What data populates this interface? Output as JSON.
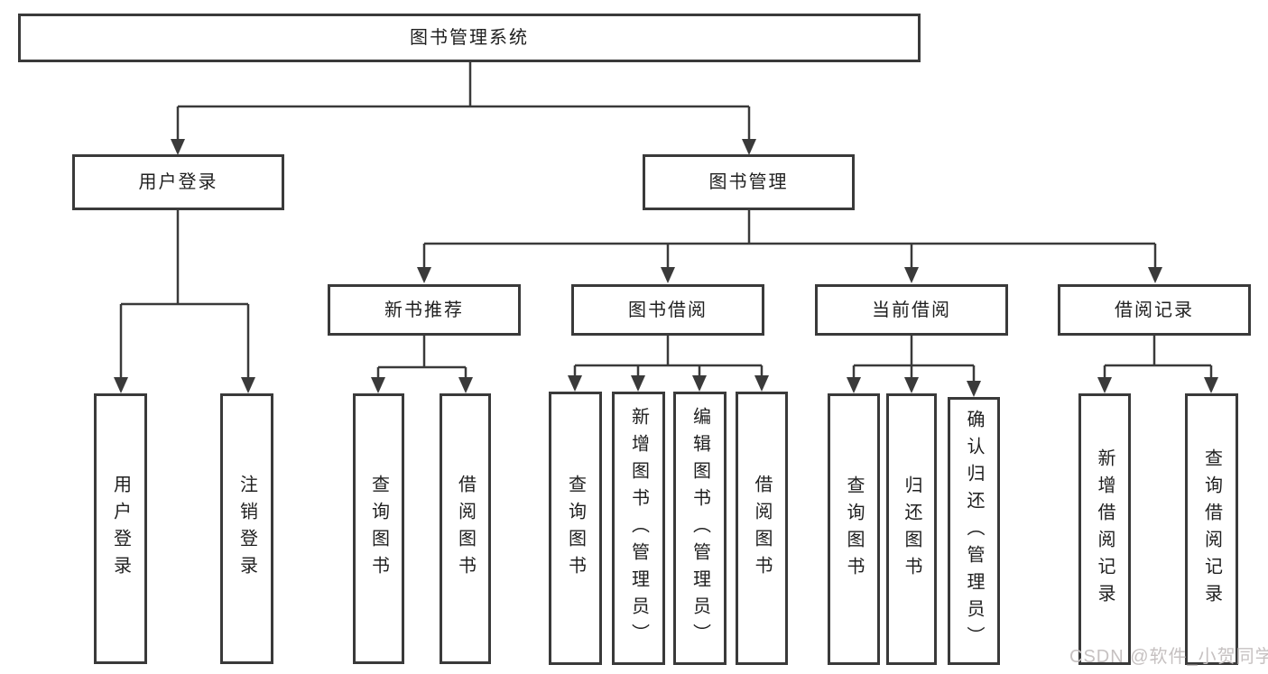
{
  "diagram_title": "图书管理系统",
  "nodes": {
    "root": "图书管理系统",
    "user_login": "用户登录",
    "book_management": "图书管理",
    "new_book_recommend": "新书推荐",
    "book_borrow": "图书借阅",
    "current_borrow": "当前借阅",
    "borrow_records": "借阅记录",
    "leaf_user_login": "用户登录",
    "leaf_logout": "注销登录",
    "leaf_query_book_1": "查询图书",
    "leaf_borrow_book_1": "借阅图书",
    "leaf_query_book_2": "查询图书",
    "leaf_add_book_admin": "新增图书（管理员）",
    "leaf_edit_book_admin": "编辑图书（管理员）",
    "leaf_borrow_book_2": "借阅图书",
    "leaf_query_book_3": "查询图书",
    "leaf_return_book": "归还图书",
    "leaf_confirm_return_admin": "确认归还（管理员）",
    "leaf_add_borrow_record": "新增借阅记录",
    "leaf_query_borrow_record": "查询借阅记录"
  },
  "watermark": "CSDN @软件_小贺同学",
  "colors": {
    "line": "#3a3a3a",
    "box_border": "#3a3a3a",
    "box_fill": "#ffffff",
    "text": "#1f1f1f",
    "watermark": "#c6c1c1",
    "background": "#ffffff"
  }
}
